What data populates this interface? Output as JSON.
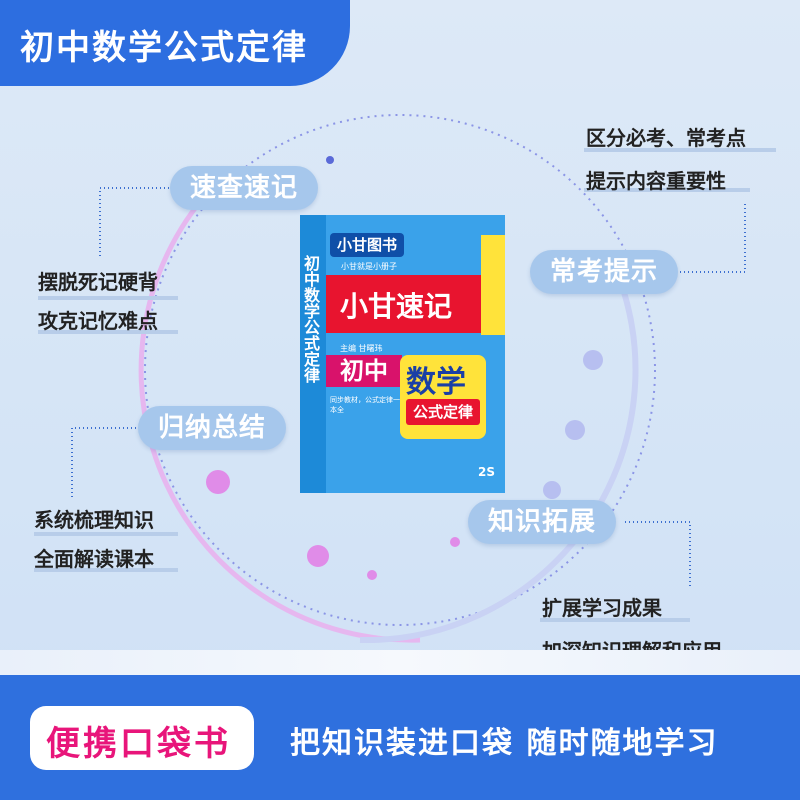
{
  "header": {
    "title": "初中数学公式定律"
  },
  "features": [
    {
      "label": "速查速记",
      "notes": [
        "摆脱死记硬背",
        "攻克记忆难点"
      ]
    },
    {
      "label": "常考提示",
      "notes": [
        "区分必考、常考点",
        "提示内容重要性"
      ]
    },
    {
      "label": "归纳总结",
      "notes": [
        "系统梳理知识",
        "全面解读课本"
      ]
    },
    {
      "label": "知识拓展",
      "notes": [
        "扩展学习成果",
        "加深知识理解和应用"
      ]
    }
  ],
  "book": {
    "brand": "小甘图书",
    "brand_sub": "小甘就是小册子",
    "series": "小甘速记",
    "author": "主编  甘曙玮",
    "level": "初中",
    "subject": "数学",
    "topic": "公式定律",
    "spine": "初中数学公式定律",
    "tagline": "同步教材，公式定律一本全",
    "edition": "2S"
  },
  "footer": {
    "badge": "便携口袋书",
    "slogan": "把知识装进口袋  随时随地学习"
  },
  "colors": {
    "primary": "#2f70de",
    "pill": "#a6c7ec",
    "accent": "#e8157a"
  }
}
